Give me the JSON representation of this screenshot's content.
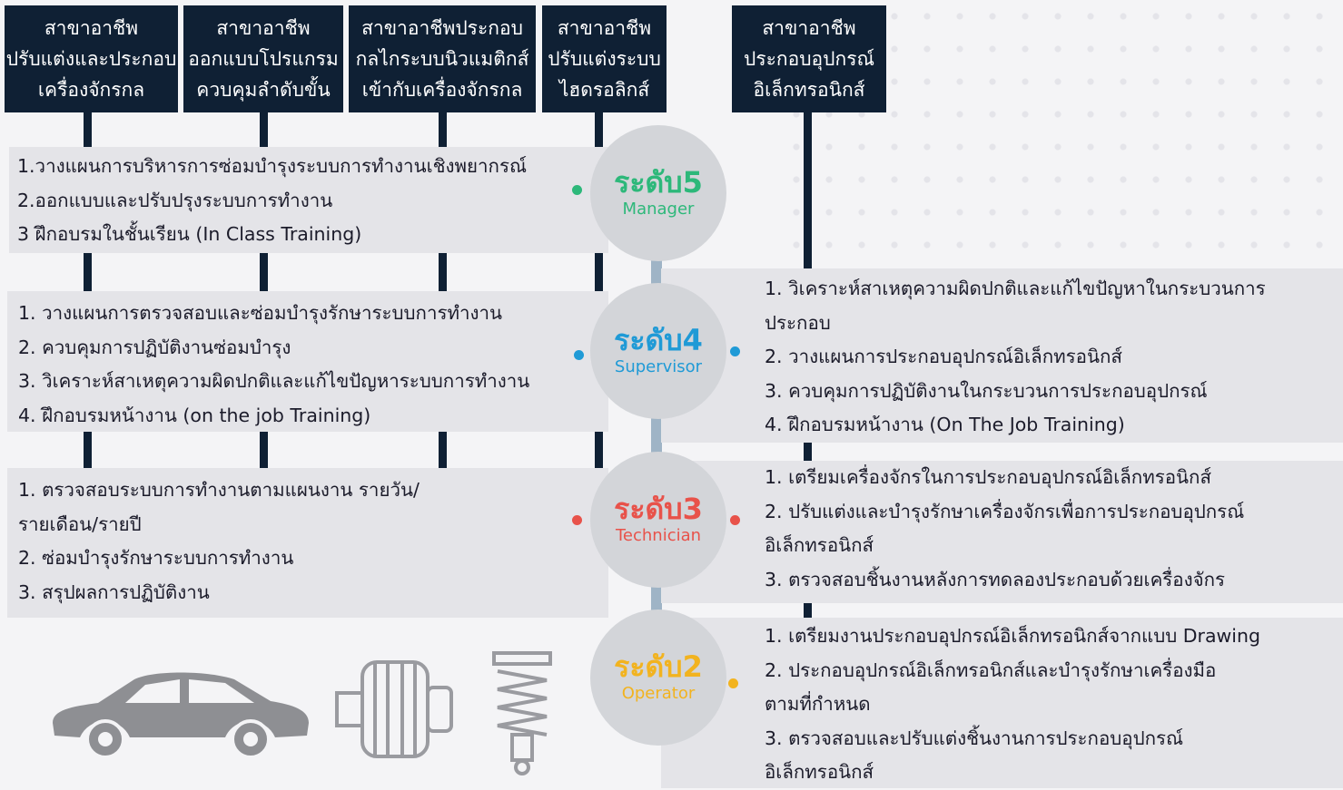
{
  "branches": [
    {
      "lines": [
        "สาขาอาชีพ",
        "ปรับแต่งและประกอบ",
        "เครื่องจักรกล"
      ]
    },
    {
      "lines": [
        "สาขาอาชีพ",
        "ออกแบบโปรแกรม",
        "ควบคุมลำดับขั้น"
      ]
    },
    {
      "lines": [
        "สาขาอาชีพประกอบ",
        "กลไกระบบนิวแมติกส์",
        "เข้ากับเครื่องจักรกล"
      ]
    },
    {
      "lines": [
        "สาขาอาชีพ",
        "ปรับแต่งระบบ",
        "ไฮดรอลิกส์"
      ]
    },
    {
      "lines": [
        "สาขาอาชีพ",
        "ประกอบอุปกรณ์",
        "อิเล็กทรอนิกส์"
      ]
    }
  ],
  "levels": [
    {
      "level": "ระดับ5",
      "role": "Manager",
      "color": "#2db87a"
    },
    {
      "level": "ระดับ4",
      "role": "Supervisor",
      "color": "#1f9ad6"
    },
    {
      "level": "ระดับ3",
      "role": "Technician",
      "color": "#e8524a"
    },
    {
      "level": "ระดับ2",
      "role": "Operator",
      "color": "#f2b31f"
    }
  ],
  "left_panels": {
    "level5": [
      "1.วางแผนการบริหารการซ่อมบำรุงระบบการทำงานเชิงพยากรณ์",
      "2.ออกแบบและปรับปรุงระบบการทำงาน",
      "3 ฝึกอบรมในชั้นเรียน (In Class Training)"
    ],
    "level4": [
      "1. วางแผนการตรวจสอบและซ่อมบำรุงรักษาระบบการทำงาน",
      "2. ควบคุมการปฏิบัติงานซ่อมบำรุง",
      "3. วิเคราะห์สาเหตุความผิดปกติและแก้ไขปัญหาระบบการทำงาน",
      "4. ฝึกอบรมหน้างาน (on the job Training)"
    ],
    "level3": [
      "1. ตรวจสอบระบบการทำงานตามแผนงาน รายวัน/",
      "รายเดือน/รายปี",
      "2. ซ่อมบำรุงรักษาระบบการทำงาน",
      "3. สรุปผลการปฏิบัติงาน"
    ]
  },
  "right_panels": {
    "level4": [
      "1. วิเคราะห์สาเหตุความผิดปกติและแก้ไขปัญหาในกระบวนการ",
      "ประกอบ",
      "2. วางแผนการประกอบอุปกรณ์อิเล็กทรอนิกส์",
      "3. ควบคุมการปฏิบัติงานในกระบวนการประกอบอุปกรณ์",
      "4. ฝึกอบรมหน้างาน (On The Job Training)"
    ],
    "level3": [
      "1. เตรียมเครื่องจักรในการประกอบอุปกรณ์อิเล็กทรอนิกส์",
      "2. ปรับแต่งและบำรุงรักษาเครื่องจักรเพื่อการประกอบอุปกรณ์",
      "อิเล็กทรอนิกส์",
      "3. ตรวจสอบชิ้นงานหลังการทดลองประกอบด้วยเครื่องจักร"
    ],
    "level2": [
      "1. เตรียมงานประกอบอุปกรณ์อิเล็กทรอนิกส์จากแบบ Drawing",
      "2. ประกอบอุปกรณ์อิเล็กทรอนิกส์และบำรุงรักษาเครื่องมือ",
      "ตามที่กำหนด",
      "3. ตรวจสอบและปรับแต่งชิ้นงานการประกอบอุปกรณ์",
      "อิเล็กทรอนิกส์"
    ]
  },
  "icons": [
    "car-icon",
    "alternator-icon",
    "shock-absorber-icon"
  ]
}
